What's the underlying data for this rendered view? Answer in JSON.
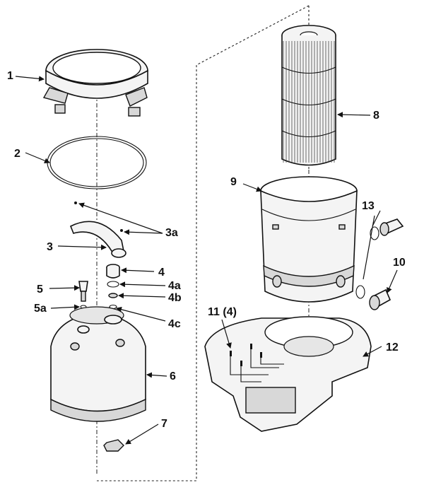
{
  "callouts": [
    {
      "id": "c1",
      "text": "1"
    },
    {
      "id": "c2",
      "text": "2"
    },
    {
      "id": "c3",
      "text": "3"
    },
    {
      "id": "c3a",
      "text": "3a"
    },
    {
      "id": "c4",
      "text": "4"
    },
    {
      "id": "c4a",
      "text": "4a"
    },
    {
      "id": "c4b",
      "text": "4b"
    },
    {
      "id": "c4c",
      "text": "4c"
    },
    {
      "id": "c5",
      "text": "5"
    },
    {
      "id": "c5a",
      "text": "5a"
    },
    {
      "id": "c6",
      "text": "6"
    },
    {
      "id": "c7",
      "text": "7"
    },
    {
      "id": "c8",
      "text": "8"
    },
    {
      "id": "c9",
      "text": "9"
    },
    {
      "id": "c10",
      "text": "10"
    },
    {
      "id": "c11",
      "text": "11 (4)"
    },
    {
      "id": "c12",
      "text": "12"
    },
    {
      "id": "c13",
      "text": "13"
    }
  ],
  "colors": {
    "line": "#111111",
    "background": "#ffffff"
  }
}
